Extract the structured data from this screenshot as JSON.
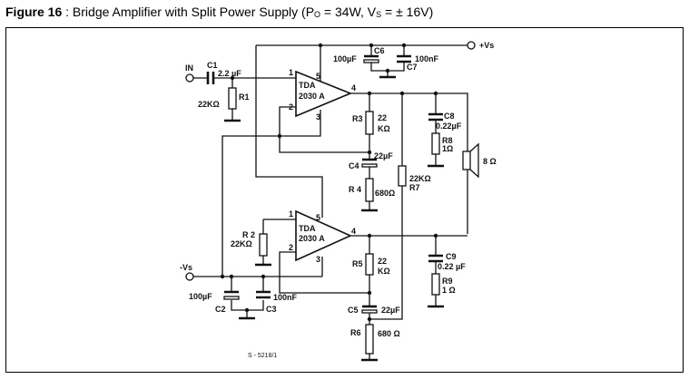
{
  "title": {
    "figure": "Figure 16",
    "sep": " : ",
    "text": "Bridge Amplifier with Split Power Supply (P",
    "po_sub": "O",
    "mid": " = 34W, V",
    "vs_sub": "S",
    "end": " = ± 16V)"
  },
  "labels": {
    "in": "IN",
    "vs_pos": "+Vs",
    "vs_neg": "-Vs",
    "c1": "C1",
    "c1_val": "2.2 µF",
    "r1": "R1",
    "r1_val": "22KΩ",
    "c6": "C6",
    "c6_val": "100µF",
    "c7": "C7",
    "c7_val": "100nF",
    "ic1_a": "TDA",
    "ic1_b": "2030 A",
    "ic2_a": "TDA",
    "ic2_b": "2030 A",
    "pin1": "1",
    "pin2": "2",
    "pin3": "3",
    "pin4": "4",
    "pin5": "5",
    "r3": "R3",
    "r3_val_a": "22",
    "r3_val_b": "KΩ",
    "c4": "C4",
    "c4_val": "22µF",
    "r4": "R 4",
    "r4_val": "680Ω",
    "r7": "R7",
    "r7_val": "22KΩ",
    "c8": "C8",
    "c8_val": "0.22µF",
    "r8": "R8",
    "r8_val": "1Ω",
    "spk_val": "8 Ω",
    "r2": "R 2",
    "r2_val": "22KΩ",
    "c2": "C2",
    "c2_val": "100µF",
    "c3": "C3",
    "c3_val": "100nF",
    "r5": "R5",
    "r5_val_a": "22",
    "r5_val_b": "KΩ",
    "c5": "C5",
    "c5_val": "22µF",
    "r6": "R6",
    "r6_val": "680 Ω",
    "c9": "C9",
    "c9_val": "0.22 µF",
    "r9": "R9",
    "r9_val": "1 Ω",
    "drawing_no": "S - 5218/1"
  }
}
